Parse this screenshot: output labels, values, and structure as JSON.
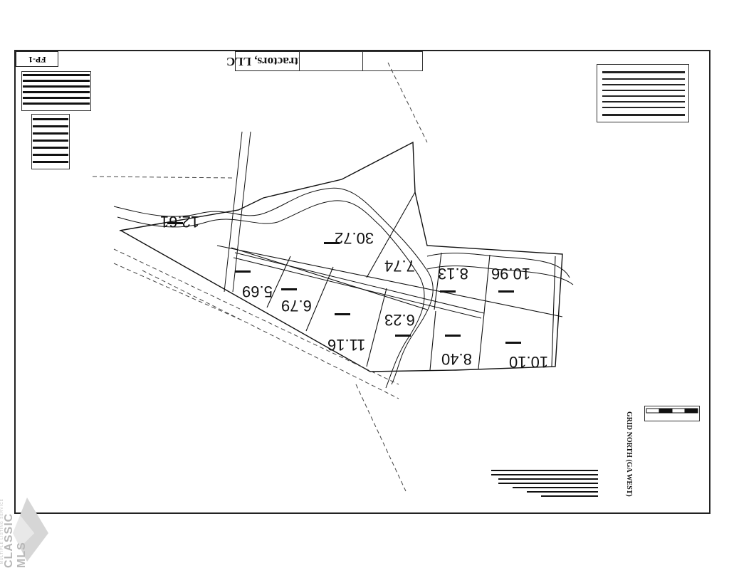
{
  "title_block": {
    "company": "Les Hoyt Contractors, LLC"
  },
  "sheet_number": "FP-1",
  "grid_north": "GRID NORTH (GA WEST)",
  "lots": [
    {
      "label": "12.61"
    },
    {
      "label": "30.72"
    },
    {
      "label": "5.69"
    },
    {
      "label": "6.79"
    },
    {
      "label": "11.16"
    },
    {
      "label": "8.13"
    },
    {
      "label": "10.96"
    },
    {
      "label": "8.40"
    },
    {
      "label": "10.10"
    },
    {
      "label": "7.74"
    },
    {
      "label": "6.23"
    }
  ],
  "watermark": {
    "brand": "CLASSIC MLS",
    "sub": "MULTIPLE LISTING SERVICE"
  }
}
